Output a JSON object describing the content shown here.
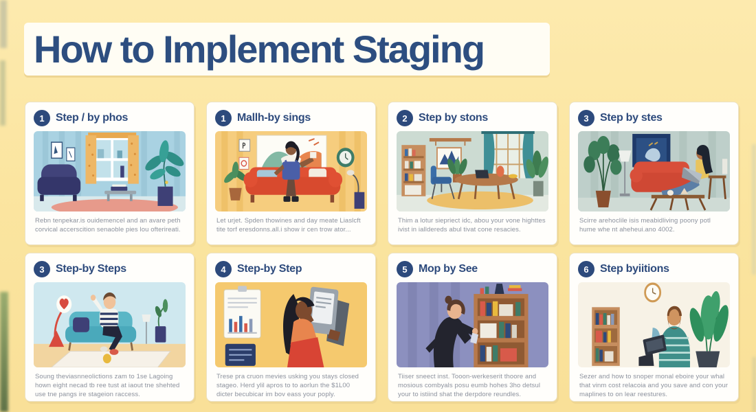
{
  "page": {
    "title": "How to Implement Staging"
  },
  "colors": {
    "background": "#fbe5a0",
    "accent_navy": "#2d4a7c",
    "card_background": "#fffefb",
    "caption_gray": "#8b919d",
    "title_blue": "#2d4e80"
  },
  "cards": [
    {
      "number": "1",
      "title": "Step / by phos",
      "illustration": "living-room-window-armchair",
      "caption": "Rebn tenpekar.is ouidemencel and an avare peth corvical accerscition senaoble pies lou ofterireati."
    },
    {
      "number": "1",
      "title": "Mallh-by sings",
      "illustration": "woman-decorating-above-red-sofa",
      "caption": "Let urjet. Spden thowines and day meate Liaslcft tite torf eresdonns.all.i show ir cen trow ator..."
    },
    {
      "number": "2",
      "title": "Step by stons",
      "illustration": "home-office-desk-bookshelf",
      "caption": "Thim a lotur siepriect idc, abou your vone highttes ivist in ialldereds abul tivat cone resacies."
    },
    {
      "number": "3",
      "title": "Step by stes",
      "illustration": "woman-with-laptop-on-red-sofa",
      "caption": "Scirre arehoclile isis meabidliving poony potl hume whe nt aheheui.ano 4002."
    },
    {
      "number": "3",
      "title": "Step-by Steps",
      "illustration": "man-waving-on-teal-sofa",
      "caption": "Soung theviasnneolictions zam to 1se Lagoing hown eight necad tb ree tust at iaout tne shehted use tne pangs ire stageion raccess."
    },
    {
      "number": "4",
      "title": "Step-by Step",
      "illustration": "woman-holding-tablet-with-charts",
      "caption": "Trese pra cruon mevies usking you stays closed stageo. Herd ylil apros to to aorlun the $1L00 dicter becubicar im bov eass your poply."
    },
    {
      "number": "5",
      "title": "Mop by See",
      "illustration": "woman-reaching-bookshelf",
      "caption": "Tiiser sneect inst. Tooon-werkeserit thoore and mosious combyals posu eumb hohes 3ho detsul your to istiind shat the derpdore reundles."
    },
    {
      "number": "6",
      "title": "Step byiitions",
      "illustration": "bearded-man-laptop-plant",
      "caption": "Sezer and how to snoper monal eboire your whal that vinm cost relacoia and you save and con your maplines to on lear reestures."
    }
  ]
}
